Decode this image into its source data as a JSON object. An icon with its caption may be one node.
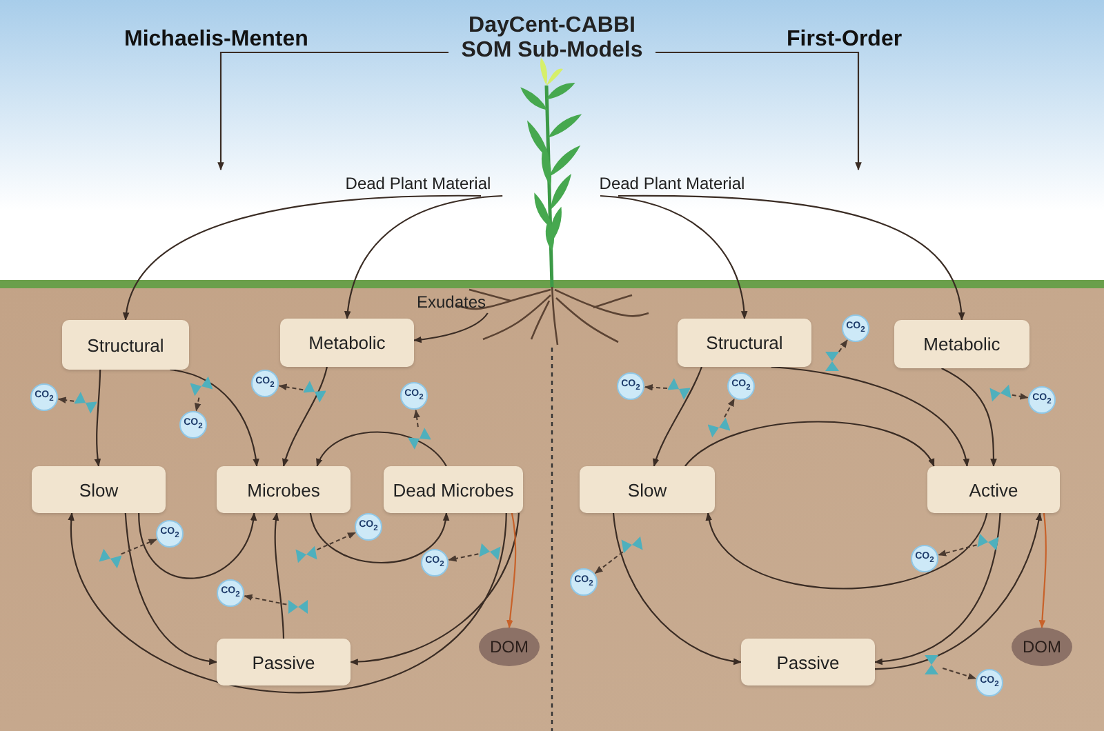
{
  "diagram": {
    "nodes": [
      {
        "text": [
          "DayCent-CABBI SOM Sub-Models"
        ]
      },
      {
        "text": [
          "Dead Plant Material"
        ]
      },
      {
        "text": [
          "Dead Plant Material"
        ]
      },
      {
        "text": [
          "Exudates"
        ]
      },
      {
        "text": [
          "Structural"
        ]
      },
      {
        "text": [
          "Metabolic"
        ]
      },
      {
        "text": [
          "Slow"
        ]
      },
      {
        "text": [
          "Microbes"
        ]
      },
      {
        "text": [
          "Dead Microbes"
        ]
      },
      {
        "text": [
          "Passive"
        ]
      },
      {
        "text": [
          "DOM"
        ]
      },
      {
        "text": [
          "Structural"
        ]
      },
      {
        "text": [
          "Metabolic"
        ]
      },
      {
        "text": [
          "Slow"
        ]
      },
      {
        "text": [
          "Active"
        ]
      },
      {
        "text": [
          "Passive"
        ]
      },
      {
        "text": [
          "DOM"
        ]
      },
      {
        "text": [
          "CO$_{2}$"
        ]
      },
      {
        "text": [
          "CO$_{2}$"
        ]
      },
      {
        "text": [
          "CO$_{2}$"
        ]
      },
      {
        "text": [
          "CO$_{2}$"
        ]
      },
      {
        "text": [
          "CO$_{2}$"
        ]
      },
      {
        "text": [
          "CO$_{2}$"
        ]
      },
      {
        "text": [
          "CO$_{2}$"
        ]
      },
      {
        "text": [
          "CO$_{2}$"
        ]
      },
      {
        "text": [
          "CO$_{2}$"
        ]
      },
      {
        "text": [
          "CO$_{2}$"
        ]
      },
      {
        "text": [
          "CO$_{2}$"
        ]
      },
      {
        "text": [
          "CO$_{2}$"
        ]
      },
      {
        "text": [
          "CO$_{2}$"
        ]
      },
      {
        "text": [
          "CO$_{2}$"
        ]
      },
      {
        "text": [
          "CO$_{2}$"
        ]
      },
      {
        "text": [],
        "shape": "valve"
      },
      {
        "text": [],
        "shape": "valve"
      },
      {
        "text": [],
        "shape": "valve"
      },
      {
        "text": [],
        "shape": "valve"
      },
      {
        "text": [],
        "shape": "valve"
      },
      {
        "text": [],
        "shape": "valve"
      },
      {
        "text": [],
        "shape": "valve"
      },
      {
        "text": [],
        "shape": "valve"
      },
      {
        "text": [],
        "shape": "valve"
      },
      {
        "text": [],
        "shape": "valve"
      },
      {
        "text": [],
        "shape": "valve"
      },
      {
        "text": [],
        "shape": "valve"
      },
      {
        "text": [],
        "shape": "valve"
      },
      {
        "text": [],
        "shape": "valve"
      },
      {
        "text": [],
        "shape": "valve"
      }
    ],
    "edges": [
      {
        "from": 0,
        "to": null,
        "arrow": "to"
      },
      {
        "from": 0,
        "to": null,
        "arrow": "to"
      },
      {
        "from": 1,
        "to": 4,
        "arrow": "to"
      },
      {
        "from": 1,
        "to": 5,
        "arrow": "to"
      },
      {
        "from": 2,
        "to": 11,
        "arrow": "to"
      },
      {
        "from": 2,
        "to": 12,
        "arrow": "to"
      },
      {
        "from": 3,
        "to": 5,
        "arrow": "to"
      },
      {
        "from": 4,
        "to": 6,
        "arrow": "to"
      },
      {
        "from": 4,
        "to": 7,
        "arrow": "to"
      },
      {
        "from": 5,
        "to": 7,
        "arrow": "to"
      },
      {
        "from": 8,
        "to": 7,
        "arrow": "to"
      },
      {
        "from": 6,
        "to": 7,
        "arrow": "to"
      },
      {
        "from": 9,
        "to": 7,
        "arrow": "to"
      },
      {
        "from": 7,
        "to": 8,
        "arrow": "to"
      },
      {
        "from": 6,
        "to": 9,
        "arrow": "to"
      },
      {
        "from": 8,
        "to": 6,
        "arrow": "to"
      },
      {
        "from": 8,
        "to": 9,
        "arrow": "to"
      },
      {
        "from": 8,
        "to": 10,
        "arrow": "to",
        "color": "#c8622a"
      },
      {
        "from": 11,
        "to": 13,
        "arrow": "to"
      },
      {
        "from": 11,
        "to": 14,
        "arrow": "to"
      },
      {
        "from": 13,
        "to": 14,
        "arrow": "to"
      },
      {
        "from": 12,
        "to": 14,
        "arrow": "to"
      },
      {
        "from": 14,
        "to": 13,
        "arrow": "to"
      },
      {
        "from": 13,
        "to": 15,
        "arrow": "to"
      },
      {
        "from": 14,
        "to": 15,
        "arrow": "to"
      },
      {
        "from": 15,
        "to": 14,
        "arrow": "to"
      },
      {
        "from": 14,
        "to": 16,
        "arrow": "to",
        "color": "#c8622a"
      },
      {
        "from": 32,
        "to": 17,
        "arrow": "to",
        "style": "dashed"
      },
      {
        "from": 33,
        "to": 18,
        "arrow": "to",
        "style": "dashed"
      },
      {
        "from": 34,
        "to": 19,
        "arrow": "to",
        "style": "dashed"
      },
      {
        "from": 35,
        "to": 20,
        "arrow": "to",
        "style": "dashed"
      },
      {
        "from": 36,
        "to": 21,
        "arrow": "to",
        "style": "dashed"
      },
      {
        "from": 37,
        "to": 22,
        "arrow": "to",
        "style": "dashed"
      },
      {
        "from": 38,
        "to": 23,
        "arrow": "to",
        "style": "dashed"
      },
      {
        "from": 39,
        "to": 24,
        "arrow": "to",
        "style": "dashed"
      },
      {
        "from": 40,
        "to": 25,
        "arrow": "to",
        "style": "dashed"
      },
      {
        "from": 41,
        "to": 26,
        "arrow": "to",
        "style": "dashed"
      },
      {
        "from": 42,
        "to": 27,
        "arrow": "to",
        "style": "dashed"
      },
      {
        "from": 43,
        "to": 28,
        "arrow": "to",
        "style": "dashed"
      },
      {
        "from": 44,
        "to": 29,
        "arrow": "to",
        "style": "dashed"
      },
      {
        "from": 45,
        "to": 30,
        "arrow": "to",
        "style": "dashed"
      },
      {
        "from": 46,
        "to": 31,
        "arrow": "to",
        "style": "dashed"
      }
    ],
    "labels": [
      "Michaelis-Menten",
      "First-Order"
    ]
  }
}
